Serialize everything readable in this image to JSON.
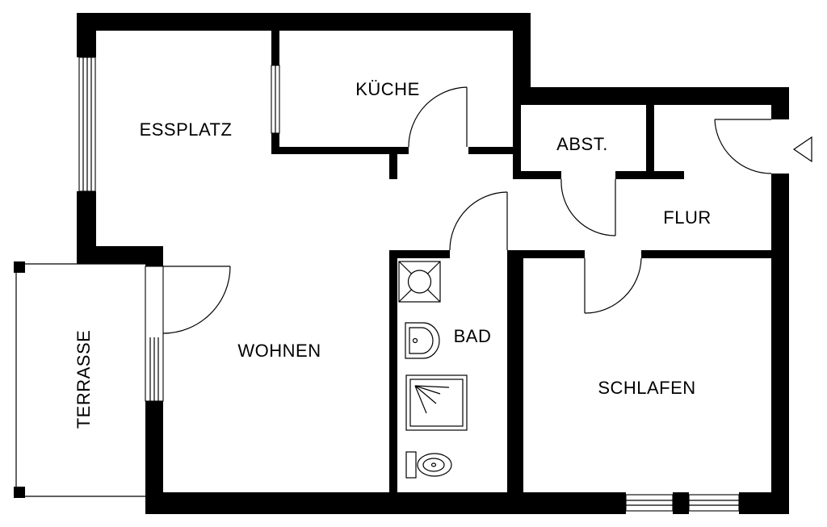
{
  "rooms": {
    "essplatz": "ESSPLATZ",
    "kueche": "KÜCHE",
    "abstellraum": "ABST.",
    "flur": "FLUR",
    "wohnen": "WOHNEN",
    "bad": "BAD",
    "schlafen": "SCHLAFEN",
    "terrasse": "TERRASSE"
  }
}
